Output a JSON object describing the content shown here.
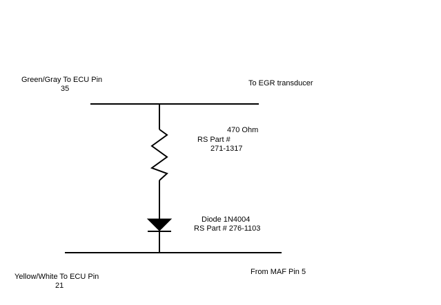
{
  "labels": {
    "top_left_line1": "Green/Gray To ECU Pin",
    "top_left_line2": "35",
    "top_right": "To EGR transducer",
    "resistor_value": "470 Ohm",
    "resistor_part_line1": "RS Part #",
    "resistor_part_line2": "271-1317",
    "diode_name": "Diode  1N4004",
    "diode_part": "RS Part # 276-1103",
    "bottom_left_line1": "Yellow/White To ECU Pin",
    "bottom_left_line2": "21",
    "bottom_right": "From MAF Pin 5"
  },
  "colors": {
    "line": "#000000",
    "background": "#ffffff"
  }
}
